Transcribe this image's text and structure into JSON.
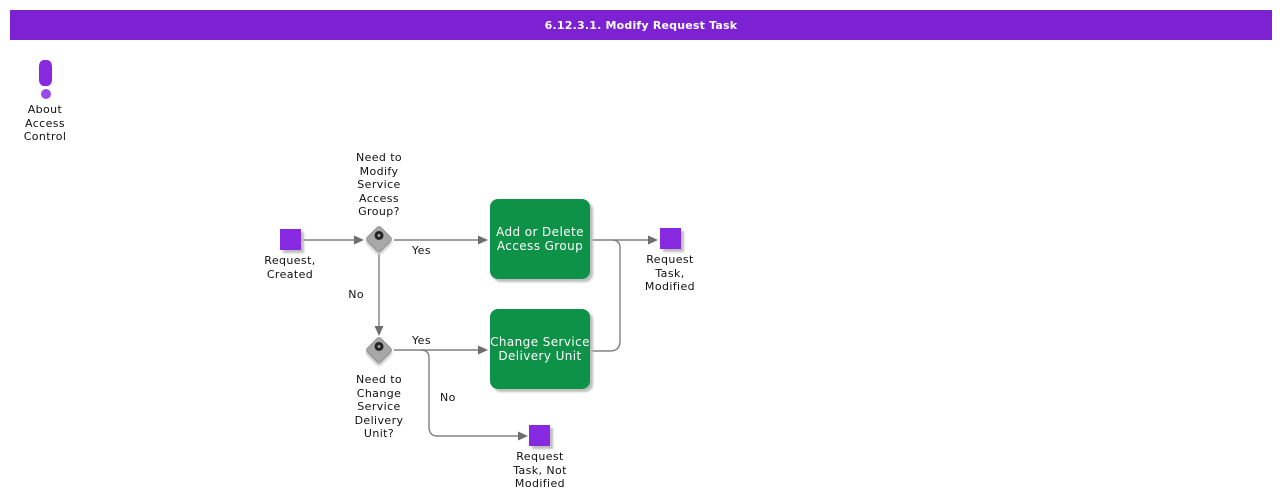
{
  "header": {
    "title": "6.12.3.1. Modify Request Task"
  },
  "about": {
    "label": "About\nAccess\nControl"
  },
  "flowchart": {
    "start": {
      "label": "Request,\nCreated"
    },
    "decision1": {
      "label": "Need to\nModify\nService\nAccess\nGroup?",
      "yes": "Yes",
      "no": "No"
    },
    "task1": {
      "label": "Add or Delete\nAccess Group"
    },
    "end_modified": {
      "label": "Request\nTask,\nModified"
    },
    "decision2": {
      "label": "Need to\nChange\nService\nDelivery\nUnit?",
      "yes": "Yes",
      "no": "No"
    },
    "task2": {
      "label": "Change Service\nDelivery Unit"
    },
    "end_not_modified": {
      "label": "Request\nTask, Not\nModified"
    }
  },
  "colors": {
    "header_purple": "#7d22d2",
    "event_purple": "#8629e0",
    "task_green": "#0d9247",
    "gateway_gray": "#a8a8a8",
    "connector_gray": "#808080"
  }
}
